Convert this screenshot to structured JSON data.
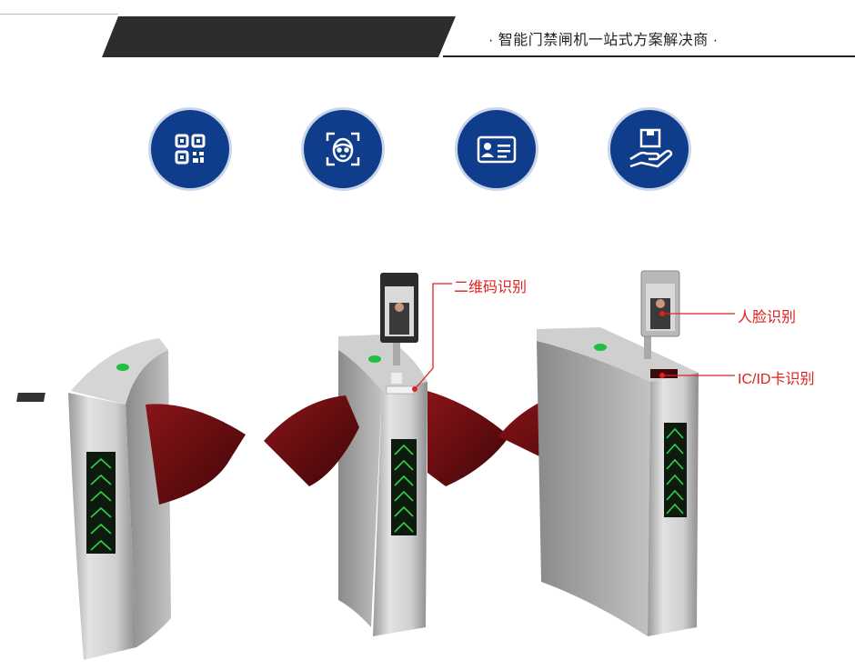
{
  "header": {
    "slogan": "· 智能门禁闸机一站式方案解决商 ·"
  },
  "features": [
    {
      "icon": "qr-code-icon"
    },
    {
      "icon": "face-scan-icon"
    },
    {
      "icon": "id-card-icon"
    },
    {
      "icon": "hand-box-icon"
    }
  ],
  "callouts": {
    "qr": "二维码识别",
    "face": "人脸识别",
    "card": "IC/ID卡识别"
  },
  "colors": {
    "icon_circle": "#0f3d8c",
    "flap": "#6b0d10",
    "callout": "#e0201d",
    "arrow_lights": "#2fd14a"
  }
}
